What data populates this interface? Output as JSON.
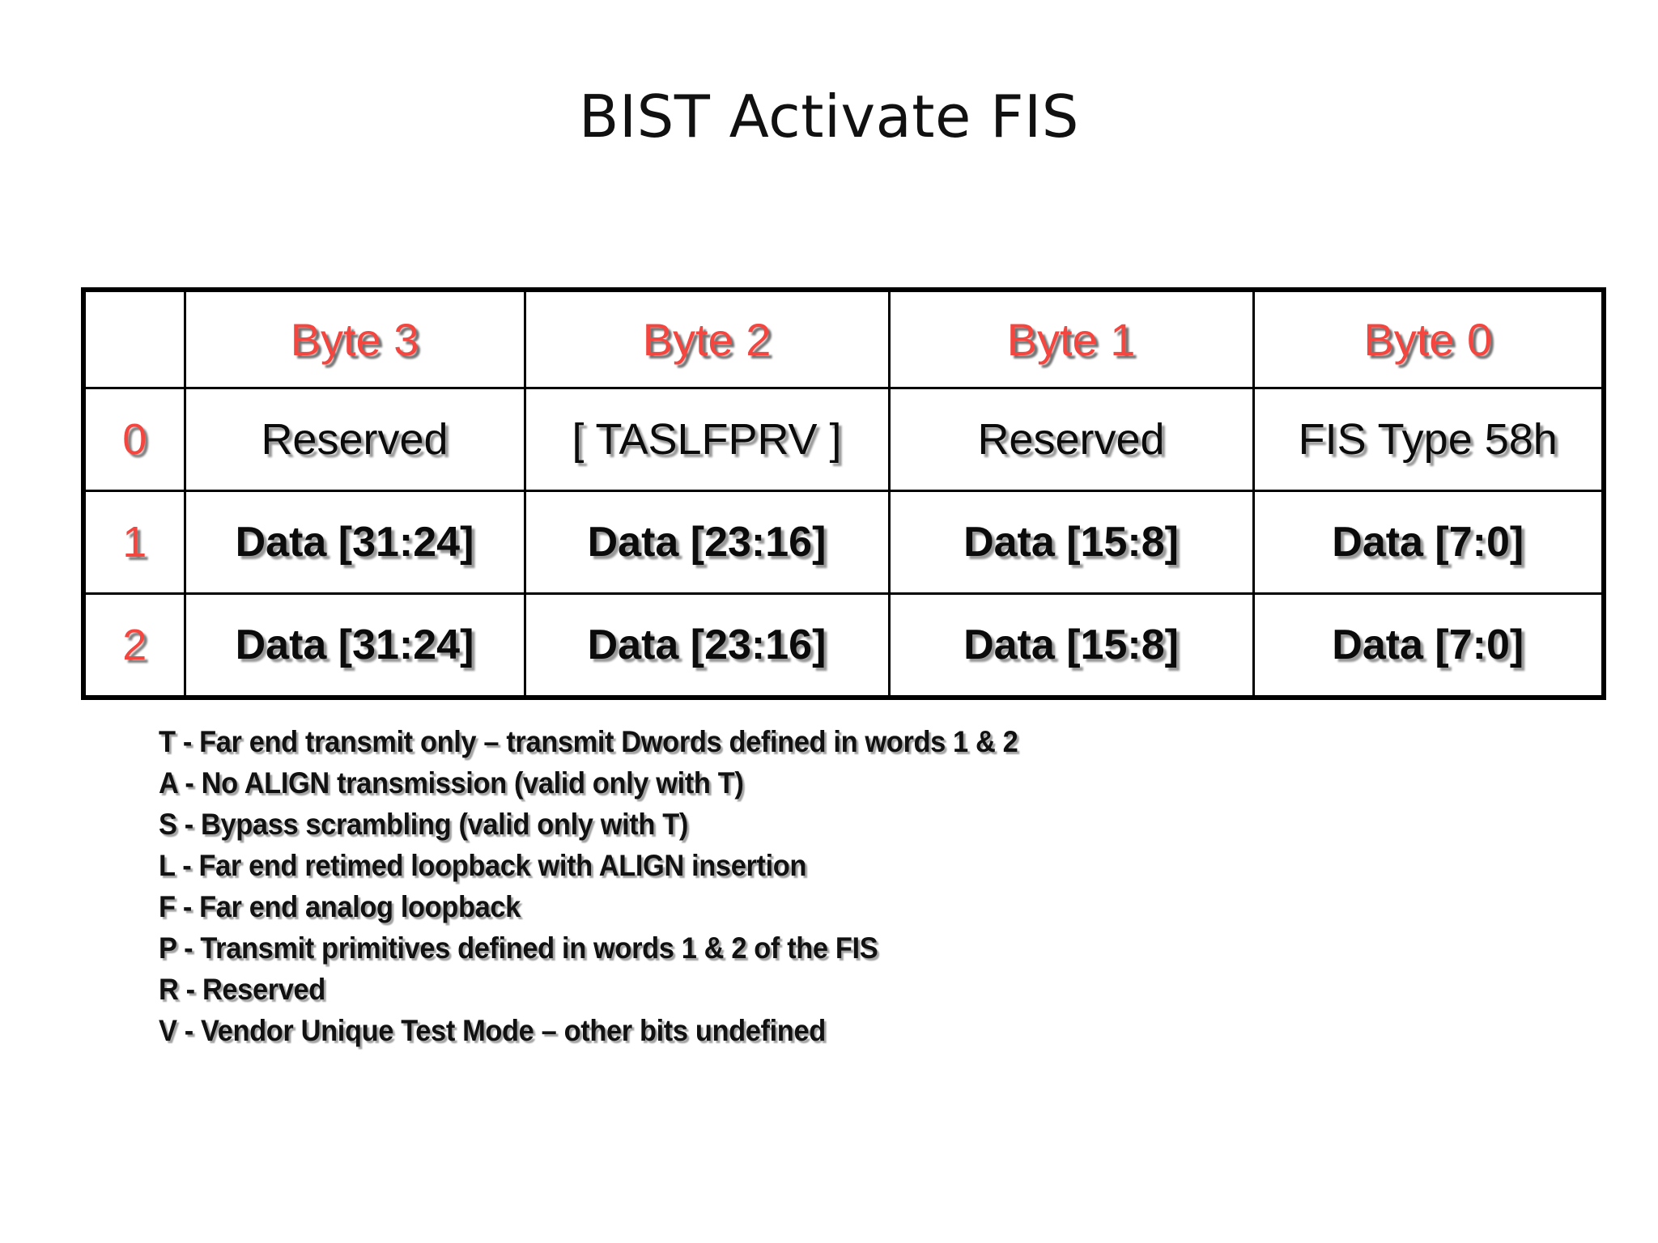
{
  "slide": {
    "title": "BIST Activate FIS",
    "background_color": "#FFFFFF"
  },
  "colors": {
    "accent_red": "#F4453F",
    "text_black": "#111111",
    "border_black": "#000000"
  },
  "table": {
    "corner_label": "",
    "column_headers": [
      "Byte 3",
      "Byte 2",
      "Byte 1",
      "Byte 0"
    ],
    "rows": [
      {
        "index": "0",
        "cells": [
          "Reserved",
          "[ TASLFPRV ]",
          "Reserved",
          "FIS Type 58h"
        ]
      },
      {
        "index": "1",
        "cells": [
          "Data [31:24]",
          "Data [23:16]",
          "Data [15:8]",
          "Data [7:0]"
        ]
      },
      {
        "index": "2",
        "cells": [
          "Data [31:24]",
          "Data [23:16]",
          "Data [15:8]",
          "Data [7:0]"
        ]
      }
    ]
  },
  "legend": {
    "lines": [
      "T - Far end transmit only – transmit Dwords defined in words 1 & 2",
      "A - No ALIGN transmission (valid only with T)",
      "S - Bypass scrambling (valid only with T)",
      "L - Far end retimed loopback with ALIGN insertion",
      "F - Far end analog loopback",
      "P - Transmit primitives defined in words 1 & 2 of the FIS",
      "R - Reserved",
      "V - Vendor Unique Test Mode – other bits undefined"
    ]
  }
}
